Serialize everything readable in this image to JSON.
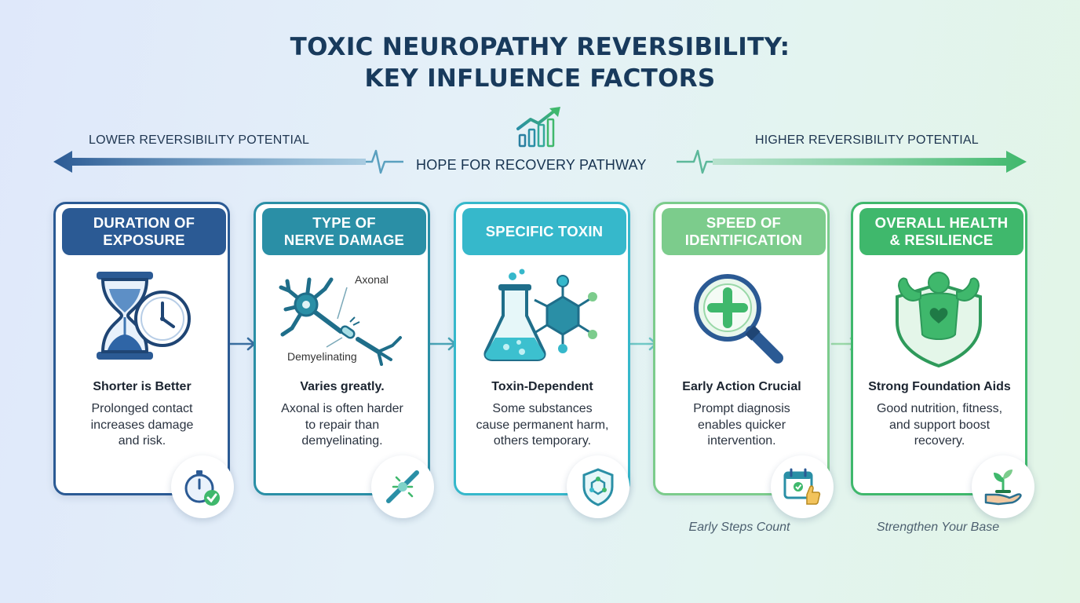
{
  "title": {
    "line1": "TOXIC NEUROPATHY REVERSIBILITY:",
    "line2": "KEY INFLUENCE FACTORS"
  },
  "pathway": {
    "lower_label": "LOWER REVERSIBILITY POTENTIAL",
    "center_label": "HOPE FOR RECOVERY PATHWAY",
    "higher_label": "HIGHER REVERSIBILITY POTENTIAL"
  },
  "colors": {
    "title": "#183a5c",
    "card1": "#2b5a94",
    "card2": "#2a8fa6",
    "card3": "#36b8cb",
    "card4": "#7ccc8c",
    "card5": "#3fb86c"
  },
  "cards": [
    {
      "caption_1": "DURATION OF",
      "caption_2": "EXPOSURE",
      "heading": "Shorter is Better",
      "desc_1": "Prolonged contact",
      "desc_2": "increases damage",
      "desc_3": "and risk.",
      "icon": "hourglass-clock-icon",
      "badge_icon": "stopwatch-check-icon",
      "footer": ""
    },
    {
      "caption_1": "TYPE OF",
      "caption_2": "NERVE DAMAGE",
      "heading": "Varies greatly.",
      "desc_1": "Axonal is often harder",
      "desc_2": "to repair than",
      "desc_3": "demyelinating.",
      "icon": "neuron-icon",
      "badge_icon": "nerve-repair-icon",
      "diagram_label_top": "Axonal",
      "diagram_label_bottom": "Demyelinating",
      "footer": ""
    },
    {
      "caption_1": "SPECIFIC TOXIN",
      "caption_2": "",
      "heading": "Toxin-Dependent",
      "desc_1": "Some substances",
      "desc_2": "cause permanent harm,",
      "desc_3": "others temporary.",
      "icon": "flask-molecule-icon",
      "badge_icon": "shield-molecule-icon",
      "footer": ""
    },
    {
      "caption_1": "SPEED OF",
      "caption_2": "IDENTIFICATION",
      "heading": "Early Action Crucial",
      "desc_1": "Prompt diagnosis",
      "desc_2": "enables quicker",
      "desc_3": "intervention.",
      "icon": "magnifier-plus-icon",
      "badge_icon": "calendar-thumbs-up-icon",
      "footer": "Early Steps Count"
    },
    {
      "caption_1": "OVERALL HEALTH",
      "caption_2": "& RESILIENCE",
      "heading": "Strong Foundation Aids",
      "desc_1": "Good nutrition, fitness,",
      "desc_2": "and support boost",
      "desc_3": "recovery.",
      "icon": "strong-figure-shield-icon",
      "badge_icon": "hand-sprout-icon",
      "footer": "Strengthen Your Base"
    }
  ]
}
